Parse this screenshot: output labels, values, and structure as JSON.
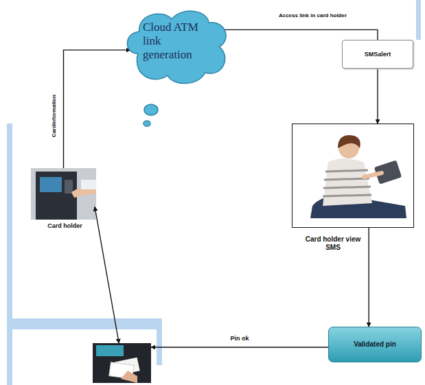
{
  "diagram": {
    "nodes": [
      {
        "text": [
          "Cloud ATM link generation"
        ]
      },
      {
        "text": [
          "SMSalert"
        ]
      },
      {
        "text": [
          "Card holder view SMS"
        ]
      },
      {
        "text": [
          "Card holder"
        ]
      },
      {
        "text": [
          "Validated pin"
        ]
      },
      {
        "text": []
      }
    ],
    "edges": [
      {
        "from": 3,
        "to": 0,
        "arrow": "to",
        "label": "Cardinformation"
      },
      {
        "from": 0,
        "to": 1,
        "arrow": "none",
        "label": "Access link in card holder"
      },
      {
        "from": 1,
        "to": 2,
        "arrow": "to"
      },
      {
        "from": 2,
        "to": 4,
        "arrow": "to"
      },
      {
        "from": 4,
        "to": 5,
        "arrow": "to",
        "label": "Pin ok"
      },
      {
        "from": 3,
        "to": 5,
        "arrow": "both"
      }
    ]
  }
}
